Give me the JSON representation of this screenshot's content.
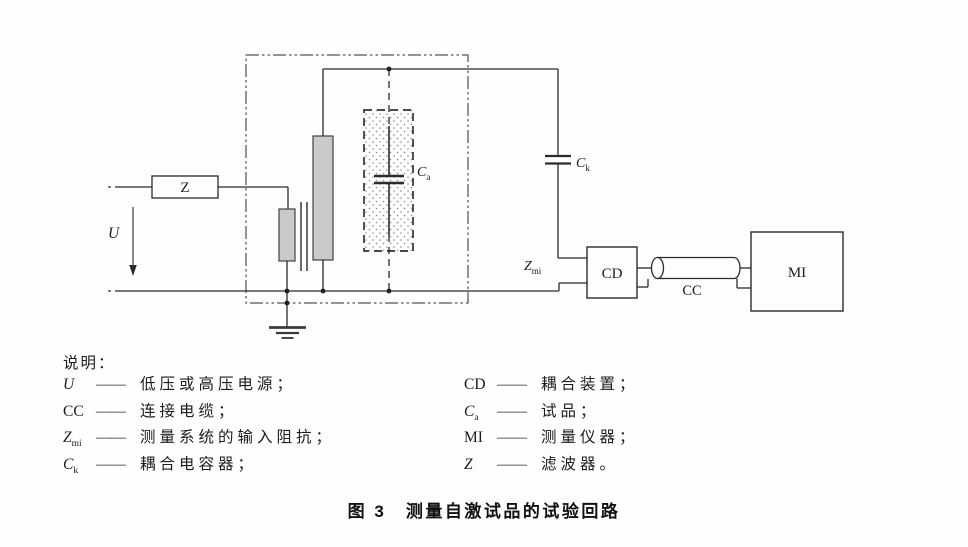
{
  "diagram": {
    "labels": {
      "z": "Z",
      "u": "U",
      "ca_main": "C",
      "ca_sub": "a",
      "ck_main": "C",
      "ck_sub": "k",
      "zmi_main": "Z",
      "zmi_sub": "mi",
      "cd": "CD",
      "cc": "CC",
      "mi": "MI"
    },
    "colors": {
      "line": "#2b2b2b",
      "enclosure_line": "#565656",
      "winding_fill": "#c9c9c9",
      "winding_stroke": "#414141",
      "dot_fill": "#8a8a8a",
      "background": "#fefefe"
    }
  },
  "legend": {
    "heading": "说明：",
    "dash": "——",
    "left": [
      {
        "sym": "U",
        "sub": "",
        "desc": "低压或高压电源；"
      },
      {
        "sym": "CC",
        "sub": "",
        "desc": "连接电缆；"
      },
      {
        "sym": "Z",
        "sub": "mi",
        "desc": "测量系统的输入阻抗；"
      },
      {
        "sym": "C",
        "sub": "k",
        "desc": "耦合电容器；"
      }
    ],
    "right": [
      {
        "sym": "CD",
        "sub": "",
        "desc": "耦合装置；"
      },
      {
        "sym": "C",
        "sub": "a",
        "desc": "试品；"
      },
      {
        "sym": "MI",
        "sub": "",
        "desc": "测量仪器；"
      },
      {
        "sym": "Z",
        "sub": "",
        "desc": "滤波器。"
      }
    ]
  },
  "caption": "图 3　测量自激试品的试验回路"
}
